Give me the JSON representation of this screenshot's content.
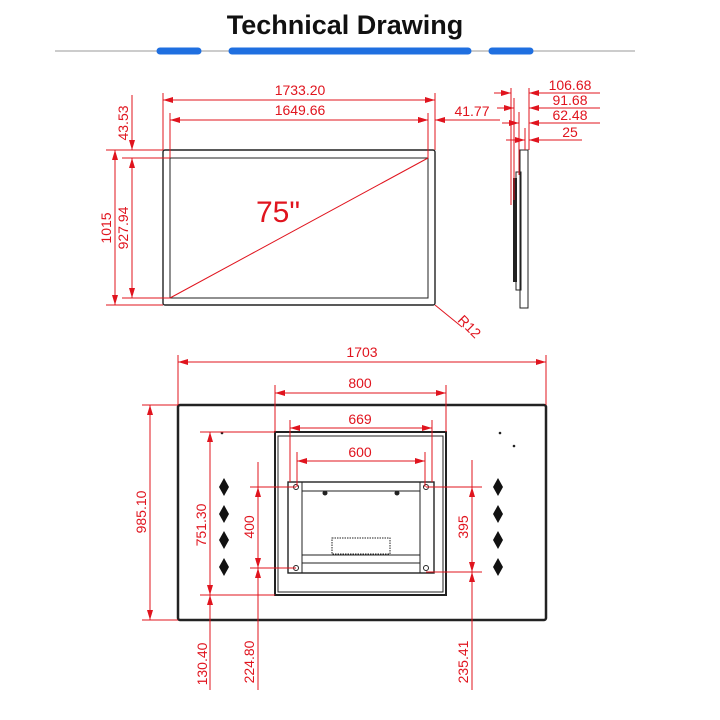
{
  "header": {
    "title": "Technical Drawing"
  },
  "colors": {
    "accent": "#1f6fe0",
    "dimension": "#e0141e",
    "outline": "#222222"
  },
  "front_view": {
    "size_label": "75\"",
    "width_outer": "1733.20",
    "width_inner": "1649.66",
    "bezel_right": "41.77",
    "bezel_top": "43.53",
    "height_outer": "1015",
    "height_inner": "927.94",
    "corner_radius": "R12"
  },
  "side_view": {
    "depth_total": "106.68",
    "depth_2": "91.68",
    "depth_3": "62.48",
    "depth_4": "25"
  },
  "back_view": {
    "width": "1703",
    "panel_width": "800",
    "panel_inner_width": "669",
    "vesa_width": "600",
    "height": "985.10",
    "panel_height": "751.30",
    "vesa_height": "400",
    "vesa_height_right": "395",
    "bottom_offset_1": "130.40",
    "bottom_offset_2": "224.80",
    "bottom_offset_3": "235.41"
  }
}
